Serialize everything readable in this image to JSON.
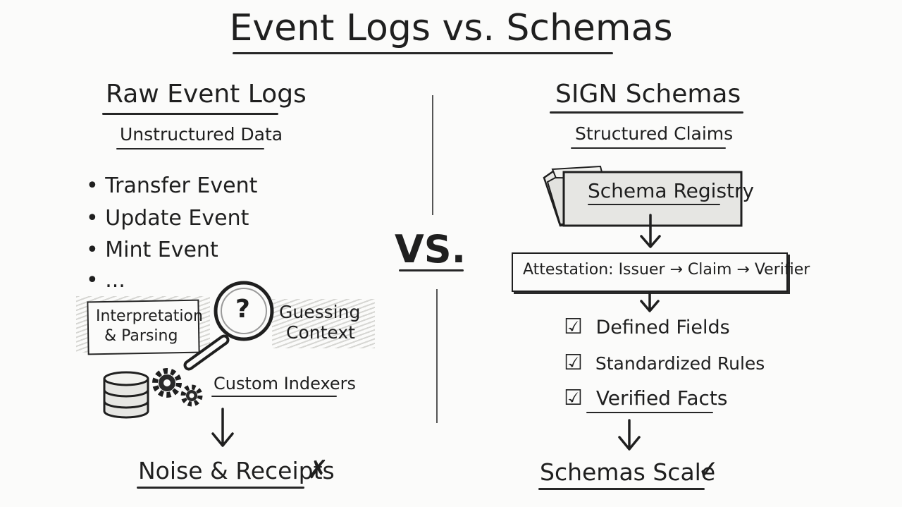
{
  "title": "Event Logs vs. Schemas",
  "vs_label": "VS.",
  "left": {
    "heading": "Raw Event Logs",
    "subheading": "Unstructured Data",
    "bullets": [
      "Transfer Event",
      "Update Event",
      "Mint Event",
      "..."
    ],
    "interpretation": [
      "Interpretation",
      "& Parsing"
    ],
    "guessing": [
      "Guessing",
      "Context"
    ],
    "magnifier_symbol": "?",
    "indexers": "Custom Indexers",
    "result": "Noise & Receipts",
    "result_mark": "✗"
  },
  "right": {
    "heading": "SIGN Schemas",
    "subheading": "Structured Claims",
    "registry": "Schema Registry",
    "attestation": "Attestation: Issuer → Claim → Verifier",
    "checks": [
      "Defined Fields",
      "Standardized Rules",
      "Verified Facts"
    ],
    "check_symbol": "☑",
    "result": "Schemas Scale",
    "result_mark": "✓"
  }
}
